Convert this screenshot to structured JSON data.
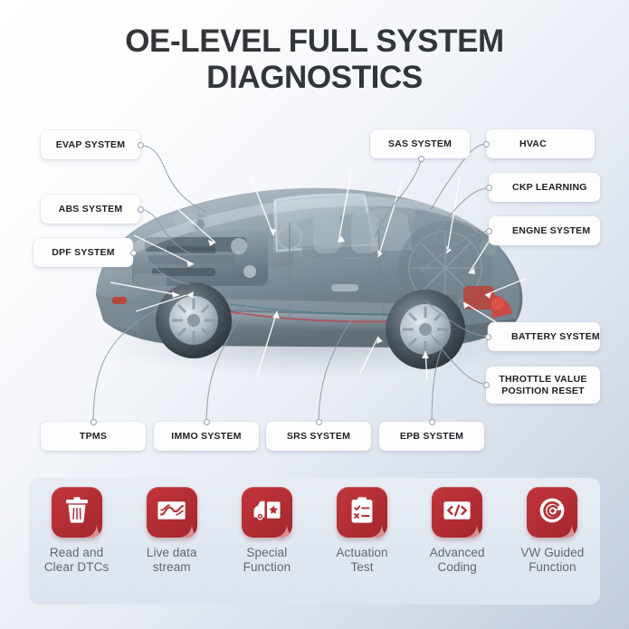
{
  "title": {
    "line1": "OE-LEVEL FULL SYSTEM",
    "line2": "DIAGNOSTICS"
  },
  "colors": {
    "accent": "#b52f35",
    "title": "#333639",
    "label_text": "#1c1f24",
    "feature_text": "#5d6773",
    "leader_line": "#8e99a8"
  },
  "vehicle": {
    "name": "cutaway-roadster-illustration"
  },
  "callouts": [
    {
      "id": "evap",
      "label": "EVAP SYSTEM",
      "side": "left"
    },
    {
      "id": "abs",
      "label": "ABS SYSTEM",
      "side": "left"
    },
    {
      "id": "dpf",
      "label": "DPF SYSTEM",
      "side": "left"
    },
    {
      "id": "sas",
      "label": "SAS SYSTEM",
      "side": "top"
    },
    {
      "id": "hvac",
      "label": "HVAC",
      "side": "right"
    },
    {
      "id": "ckp",
      "label": "CKP LEARNING",
      "side": "right"
    },
    {
      "id": "engine",
      "label": "ENGNE SYSTEM",
      "side": "right"
    },
    {
      "id": "battery",
      "label": "BATTERY SYSTEM",
      "side": "right"
    },
    {
      "id": "throttle",
      "label_line1": "THROTTLE VALUE",
      "label_line2": "POSITION RESET",
      "side": "right"
    },
    {
      "id": "tpms",
      "label": "TPMS",
      "side": "bottom"
    },
    {
      "id": "immo",
      "label": "IMMO SYSTEM",
      "side": "bottom"
    },
    {
      "id": "srs",
      "label": "SRS SYSTEM",
      "side": "bottom"
    },
    {
      "id": "epb",
      "label": "EPB SYSTEM",
      "side": "bottom"
    }
  ],
  "features": [
    {
      "id": "read-clear-dtcs",
      "icon": "trash-icon",
      "line1": "Read and",
      "line2": "Clear DTCs"
    },
    {
      "id": "live-data-stream",
      "icon": "chart-line-icon",
      "line1": "Live data",
      "line2": "stream"
    },
    {
      "id": "special-function",
      "icon": "car-star-icon",
      "line1": "Special",
      "line2": "Function"
    },
    {
      "id": "actuation-test",
      "icon": "clipboard-icon",
      "line1": "Actuation",
      "line2": "Test"
    },
    {
      "id": "advanced-coding",
      "icon": "code-tag-icon",
      "line1": "Advanced",
      "line2": "Coding"
    },
    {
      "id": "vw-guided",
      "icon": "target-icon",
      "line1": "VW Guided",
      "line2": "Function"
    }
  ]
}
